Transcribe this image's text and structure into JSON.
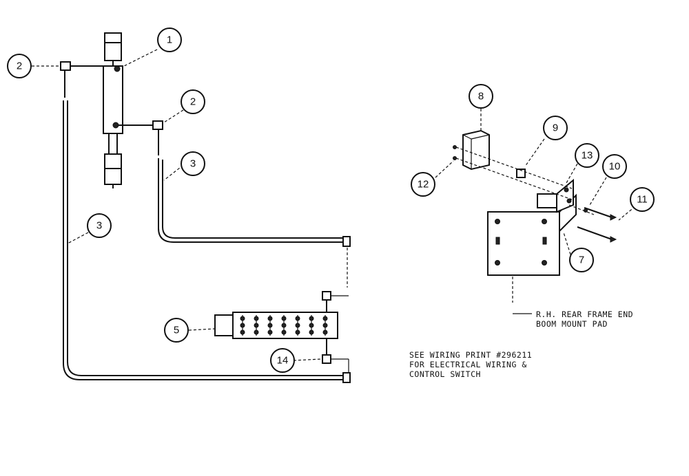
{
  "balloons": [
    {
      "id": "b1",
      "label": "1"
    },
    {
      "id": "b2a",
      "label": "2"
    },
    {
      "id": "b2b",
      "label": "2"
    },
    {
      "id": "b3a",
      "label": "3"
    },
    {
      "id": "b3b",
      "label": "3"
    },
    {
      "id": "b5",
      "label": "5"
    },
    {
      "id": "b14",
      "label": "14"
    },
    {
      "id": "b8",
      "label": "8"
    },
    {
      "id": "b9",
      "label": "9"
    },
    {
      "id": "b13",
      "label": "13"
    },
    {
      "id": "b10",
      "label": "10"
    },
    {
      "id": "b11",
      "label": "11"
    },
    {
      "id": "b12",
      "label": "12"
    },
    {
      "id": "b7",
      "label": "7"
    }
  ],
  "callouts": {
    "frame_line1": "R.H. REAR FRAME END",
    "frame_line2": "BOOM MOUNT PAD"
  },
  "note": {
    "line1": "SEE WIRING PRINT #296211",
    "line2": "FOR ELECTRICAL WIRING &",
    "line3": "CONTROL SWITCH"
  }
}
